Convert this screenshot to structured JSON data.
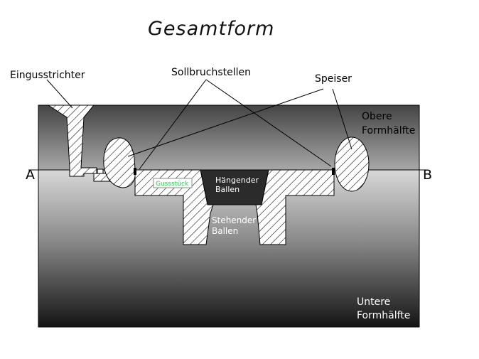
{
  "title": "Gesamtform",
  "labels": {
    "sprue": "Eingusstrichter",
    "breakpoints": "Sollbruchstellen",
    "risers": "Speiser",
    "upper_half_line1": "Obere",
    "upper_half_line2": "Formhälfte",
    "lower_half_line1": "Untere",
    "lower_half_line2": "Formhälfte",
    "point_a": "A",
    "point_b": "B",
    "casting": "Gussstück",
    "hanging_core_line1": "Hängender",
    "hanging_core_line2": "Ballen",
    "standing_core_line1": "Stehender",
    "standing_core_line2": "Ballen"
  },
  "colors": {
    "casting_label_text": "#2fbf55",
    "hatch": "#000000",
    "mold_dark": "#2a2a2a",
    "mold_light": "#cfcfcf"
  }
}
